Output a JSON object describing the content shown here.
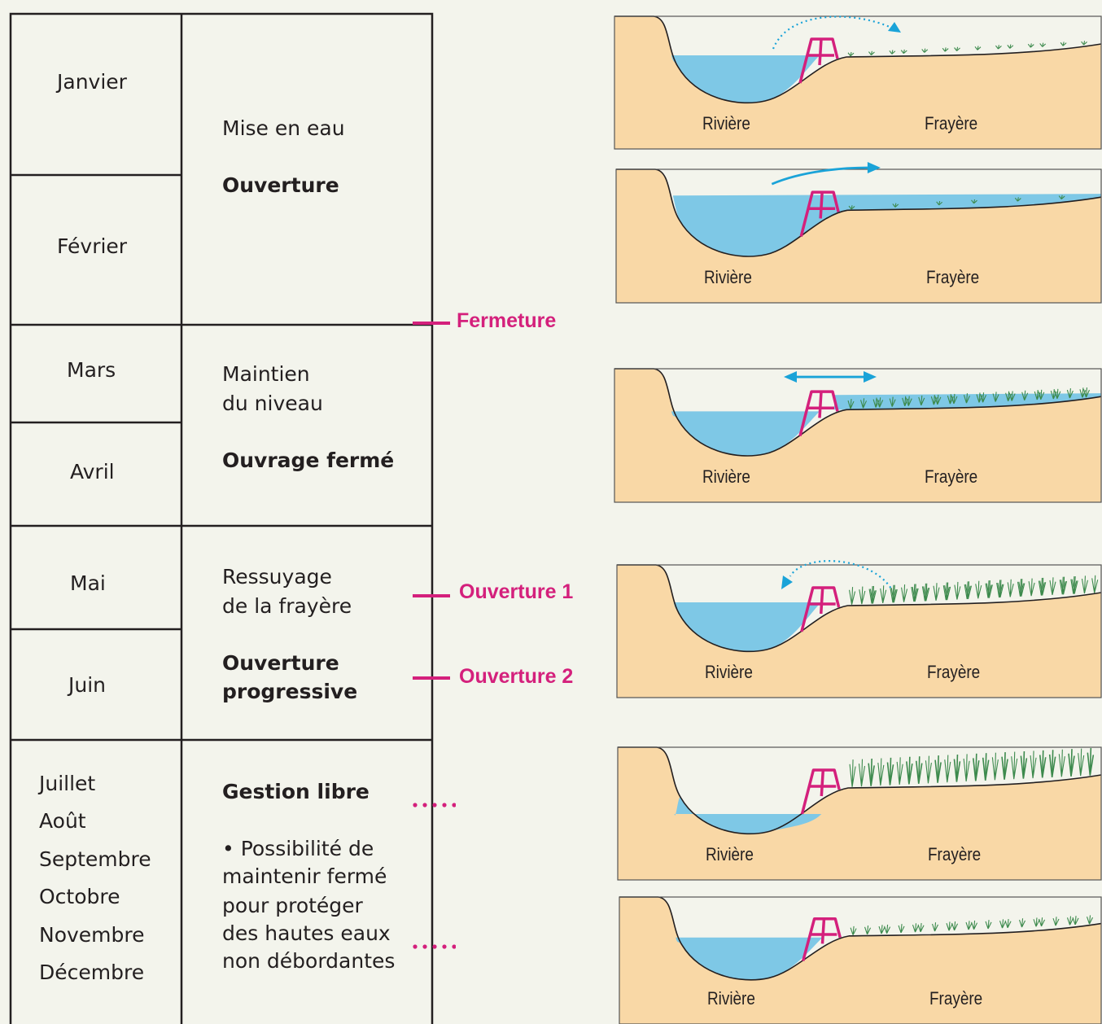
{
  "calendar": {
    "rows": [
      {
        "months": [
          "Janvier",
          "Février"
        ],
        "phase": "Mise en eau",
        "action": "Ouverture"
      },
      {
        "months": [
          "Mars",
          "Avril"
        ],
        "phase": "Maintien du niveau",
        "phase_lines": [
          "Maintien",
          "du niveau"
        ],
        "action": "Ouvrage fermé"
      },
      {
        "months": [
          "Mai",
          "Juin"
        ],
        "phase": "Ressuyage de la frayère",
        "phase_lines": [
          "Ressuyage",
          "de la frayère"
        ],
        "action": "Ouverture progressive",
        "action_lines": [
          "Ouverture",
          "progressive"
        ]
      },
      {
        "months": [
          "Juillet",
          "Août",
          "Septembre",
          "Octobre",
          "Novembre",
          "Décembre"
        ],
        "phase": "Gestion libre",
        "note": "• Possibilité de maintenir fermé pour protéger des hautes eaux non débordantes",
        "note_lines": [
          "• Possibilité de",
          "maintenir fermé",
          "pour protéger",
          "des hautes eaux",
          "non débordantes"
        ]
      }
    ]
  },
  "markers": {
    "fermeture": "Fermeture",
    "ouverture_1": "Ouverture 1",
    "ouverture_2": "Ouverture 2"
  },
  "colors": {
    "marker": "#d4207c",
    "water": "#7ec8e6",
    "bank": "#f9d8a6",
    "arrow": "#1aa3d8",
    "sluice": "#d4207c",
    "grass": "#3d8a4d"
  },
  "panels": [
    {
      "left_label": "Rivière",
      "right_label": "Frayère",
      "flow_arrow": "dotted-right"
    },
    {
      "left_label": "Rivière",
      "right_label": "Frayère",
      "flow_arrow": "solid-right"
    },
    {
      "left_label": "Rivière",
      "right_label": "Frayère",
      "flow_arrow": "double"
    },
    {
      "left_label": "Rivière",
      "right_label": "Frayère",
      "flow_arrow": "dotted-left"
    },
    {
      "left_label": "Rivière",
      "right_label": "Frayère",
      "flow_arrow": "none"
    },
    {
      "left_label": "Rivière",
      "right_label": "Frayère",
      "flow_arrow": "none"
    }
  ]
}
